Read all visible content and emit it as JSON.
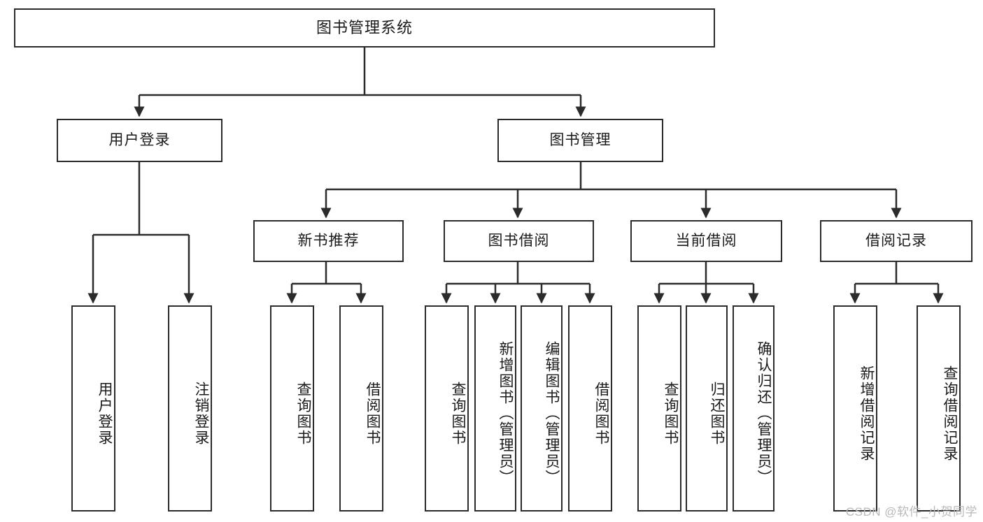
{
  "diagram": {
    "title": "图书管理系统",
    "watermark": "CSDN @软件_小贺同学",
    "colors": {
      "box_border": "#2b2b2b",
      "box_fill": "#ffffff",
      "connector": "#2b2b2b",
      "text": "#1a1a1a",
      "watermark": "#b9b9b9",
      "background": "#ffffff"
    },
    "root": {
      "label": "图书管理系统"
    },
    "level1": [
      {
        "label": "用户登录"
      },
      {
        "label": "图书管理"
      }
    ],
    "level2": [
      {
        "label": "新书推荐"
      },
      {
        "label": "图书借阅"
      },
      {
        "label": "当前借阅"
      },
      {
        "label": "借阅记录"
      }
    ],
    "leaves": {
      "user_login": [
        {
          "label": "用户登录"
        },
        {
          "label": "注销登录"
        }
      ],
      "new_book_recommend": [
        {
          "label": "查询图书"
        },
        {
          "label": "借阅图书"
        }
      ],
      "book_borrow": [
        {
          "label": "查询图书"
        },
        {
          "label": "新增图书（管理员）"
        },
        {
          "label": "编辑图书（管理员）"
        },
        {
          "label": "借阅图书"
        }
      ],
      "current_borrow": [
        {
          "label": "查询图书"
        },
        {
          "label": "归还图书"
        },
        {
          "label": "确认归还（管理员）"
        }
      ],
      "borrow_records": [
        {
          "label": "新增借阅记录"
        },
        {
          "label": "查询借阅记录"
        }
      ]
    }
  }
}
